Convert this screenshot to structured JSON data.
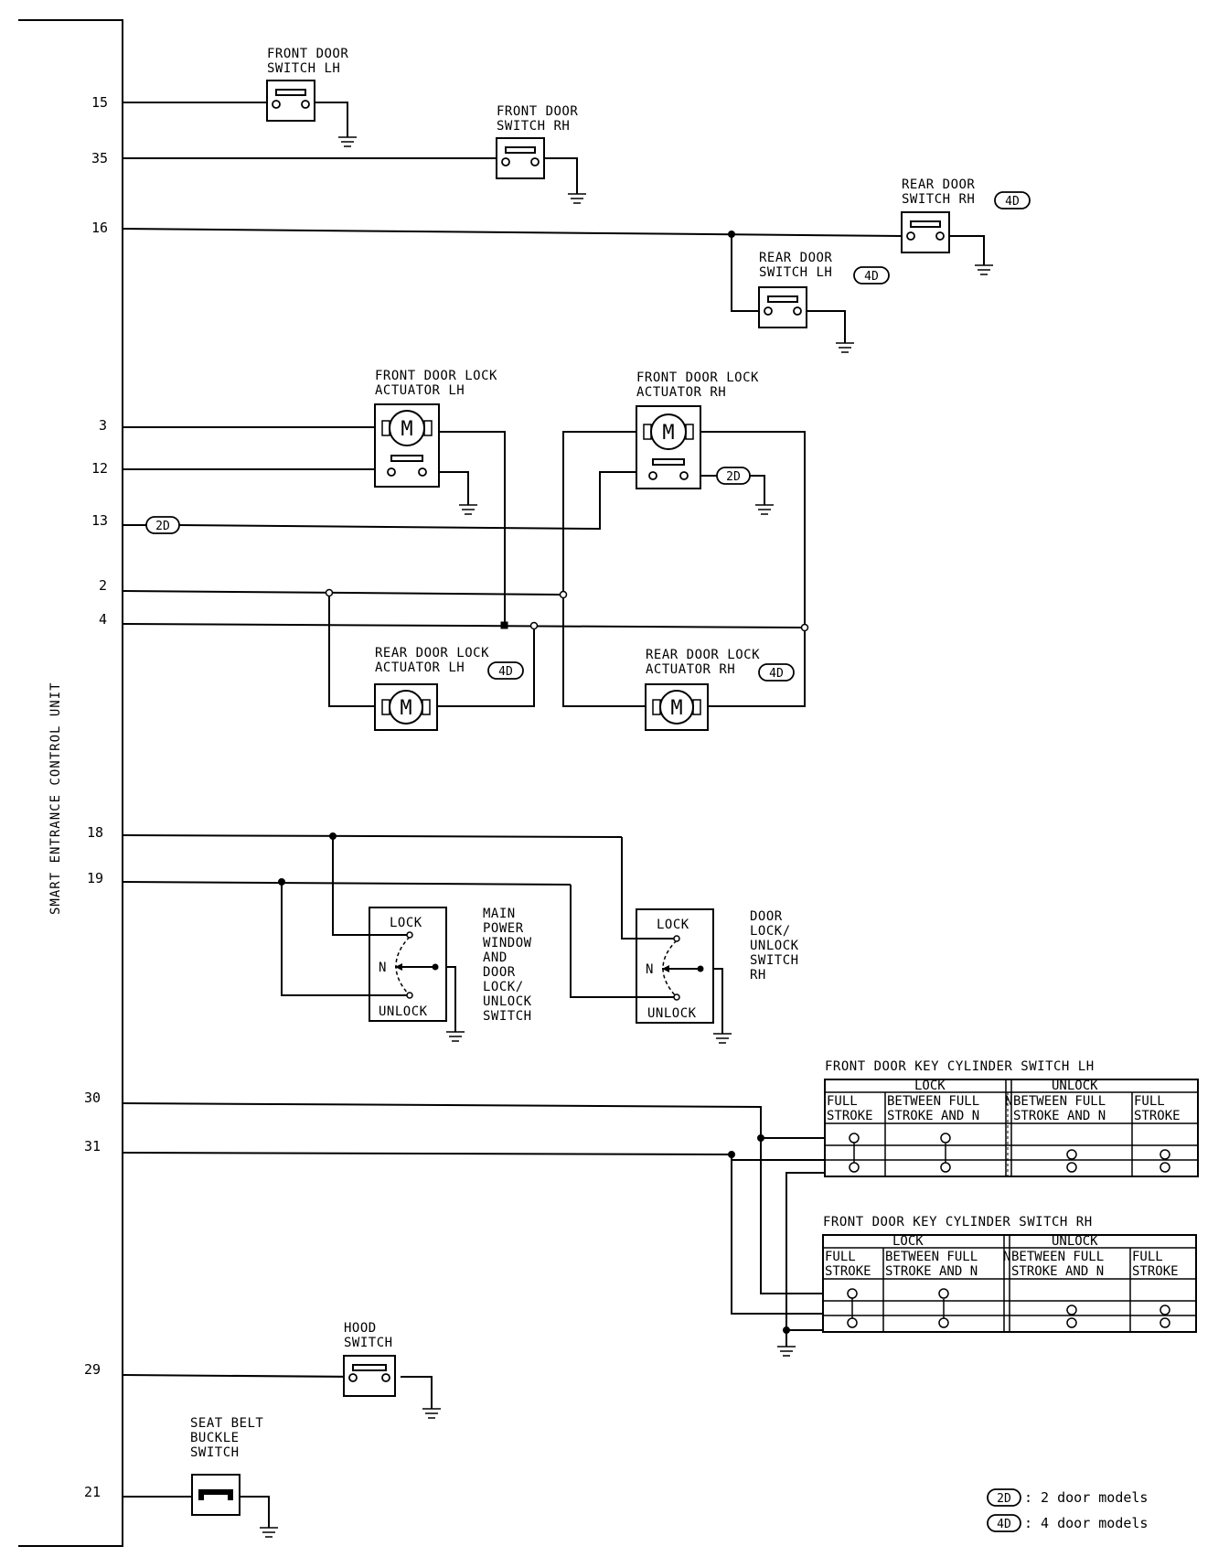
{
  "unit_label": "SMART ENTRANCE CONTROL UNIT",
  "pins": {
    "p15": "15",
    "p35": "35",
    "p16": "16",
    "p3": "3",
    "p12": "12",
    "p13": "13",
    "p2": "2",
    "p4": "4",
    "p18": "18",
    "p19": "19",
    "p30": "30",
    "p31": "31",
    "p29": "29",
    "p21": "21"
  },
  "components": {
    "front_door_switch_lh": [
      "FRONT DOOR",
      "SWITCH LH"
    ],
    "front_door_switch_rh": [
      "FRONT DOOR",
      "SWITCH RH"
    ],
    "rear_door_switch_rh": [
      "REAR DOOR",
      "SWITCH RH"
    ],
    "rear_door_switch_lh": [
      "REAR DOOR",
      "SWITCH LH"
    ],
    "front_door_lock_actuator_lh": [
      "FRONT DOOR LOCK",
      "ACTUATOR LH"
    ],
    "front_door_lock_actuator_rh": [
      "FRONT DOOR LOCK",
      "ACTUATOR RH"
    ],
    "rear_door_lock_actuator_lh": [
      "REAR DOOR LOCK",
      "ACTUATOR LH"
    ],
    "rear_door_lock_actuator_rh": [
      "REAR DOOR LOCK",
      "ACTUATOR RH"
    ],
    "main_power_window_switch": [
      "MAIN",
      "POWER",
      "WINDOW",
      "AND",
      "DOOR",
      "LOCK/",
      "UNLOCK",
      "SWITCH"
    ],
    "door_lock_unlock_switch_rh": [
      "DOOR",
      "LOCK/",
      "UNLOCK",
      "SWITCH",
      "RH"
    ],
    "hood_switch": [
      "HOOD",
      "SWITCH"
    ],
    "seat_belt_buckle_switch": [
      "SEAT BELT",
      "BUCKLE",
      "SWITCH"
    ]
  },
  "motor_symbol": "M",
  "switch_positions": {
    "lock": "LOCK",
    "n": "N",
    "unlock": "UNLOCK"
  },
  "badges": {
    "two_door": "2D",
    "four_door": "4D"
  },
  "key_cylinder_tables": {
    "lh_title": "FRONT DOOR KEY CYLINDER SWITCH LH",
    "rh_title": "FRONT DOOR KEY CYLINDER SWITCH RH",
    "lock_header": "LOCK",
    "unlock_header": "UNLOCK",
    "n_marker": "N",
    "col_full_1": "FULL",
    "col_full_2": "STROKE",
    "col_between_1": "BETWEEN FULL",
    "col_between_2": "STROKE AND N"
  },
  "legend": {
    "two_door_text": ": 2 door models",
    "four_door_text": ": 4 door models"
  }
}
